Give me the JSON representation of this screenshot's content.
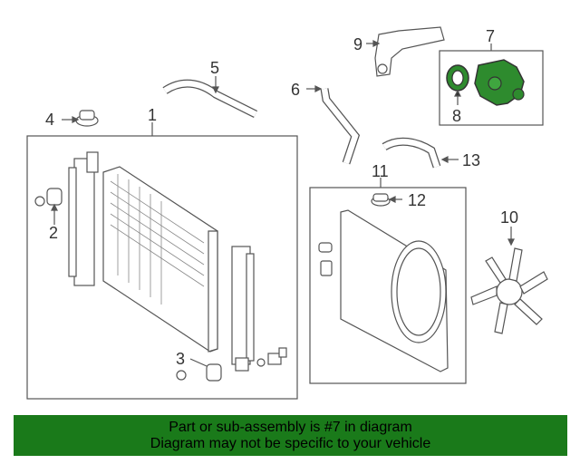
{
  "callouts": {
    "c1": "1",
    "c2": "2",
    "c3": "3",
    "c4": "4",
    "c5": "5",
    "c6": "6",
    "c7": "7",
    "c8": "8",
    "c9": "9",
    "c10": "10",
    "c11": "11",
    "c12": "12",
    "c13": "13"
  },
  "highlight": {
    "part": "7",
    "color": "#1a7a1a"
  },
  "banner": {
    "line1": "Part or sub-assembly is #7 in diagram",
    "line2": "Diagram may not be specific to your vehicle",
    "background": "#1a7a1a"
  },
  "colors": {
    "line": "#555555",
    "highlight_fill": "#2e8b2e"
  }
}
